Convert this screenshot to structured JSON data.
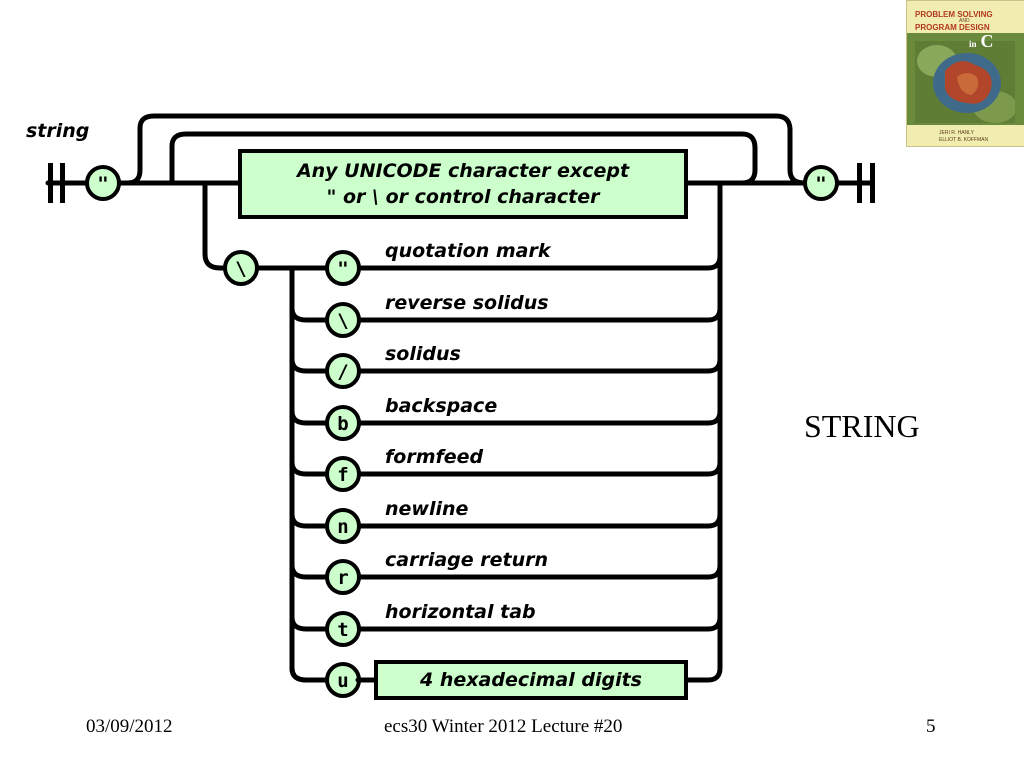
{
  "slide": {
    "title": "STRING"
  },
  "diagram": {
    "name": "string",
    "quote_terminal": "\"",
    "escape_terminal": "\\",
    "any_char_box": {
      "line1": "Any UNICODE character except",
      "line2": "\"  or  \\  or control character"
    },
    "escapes": [
      {
        "char": "\"",
        "label": "quotation mark"
      },
      {
        "char": "\\",
        "label": "reverse solidus"
      },
      {
        "char": "/",
        "label": "solidus"
      },
      {
        "char": "b",
        "label": "backspace"
      },
      {
        "char": "f",
        "label": "formfeed"
      },
      {
        "char": "n",
        "label": "newline"
      },
      {
        "char": "r",
        "label": "carriage return"
      },
      {
        "char": "t",
        "label": "horizontal tab"
      },
      {
        "char": "u",
        "label": ""
      }
    ],
    "hex_box": "4 hexadecimal digits",
    "colors": {
      "node_fill": "#ccffcc",
      "rail": "#000000"
    }
  },
  "book": {
    "title_line1": "PROBLEM SOLVING",
    "and": "AND",
    "title_line2": "PROGRAM DESIGN",
    "in": "in",
    "c": "C",
    "author1": "JERI R. HANLY",
    "author2": "ELLIOT B. KOFFMAN"
  },
  "footer": {
    "date": "03/09/2012",
    "center": "ecs30 Winter 2012 Lecture #20",
    "page": "5"
  }
}
